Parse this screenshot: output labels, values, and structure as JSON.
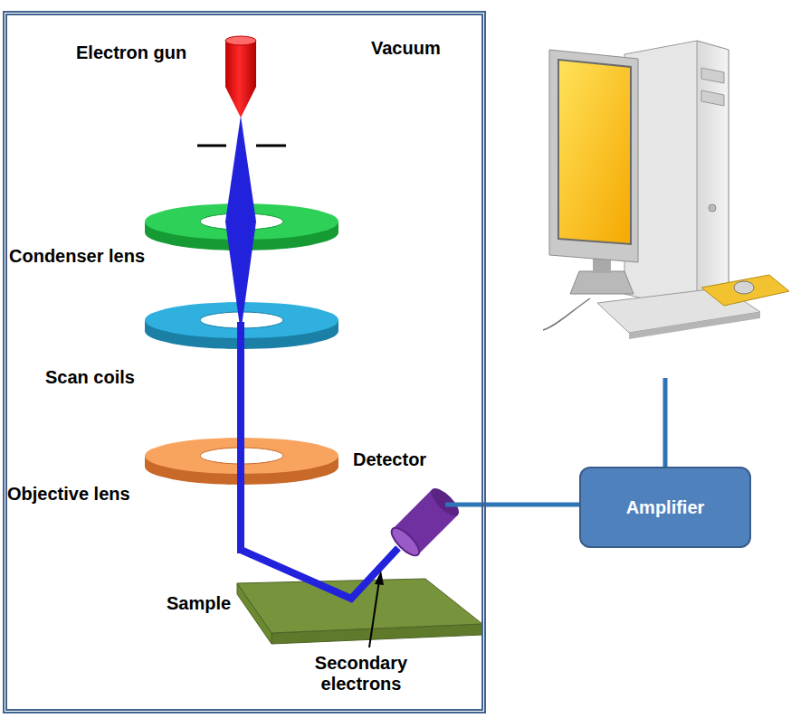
{
  "diagram": {
    "nodes": [
      {
        "text": [
          "Vacuum"
        ]
      },
      {
        "text": [
          "Amplifier"
        ]
      }
    ],
    "labels": [
      "Electron gun",
      "Condenser lens",
      "Scan coils",
      "Objective lens",
      "Detector",
      "Sample",
      "Secondary electrons"
    ]
  }
}
